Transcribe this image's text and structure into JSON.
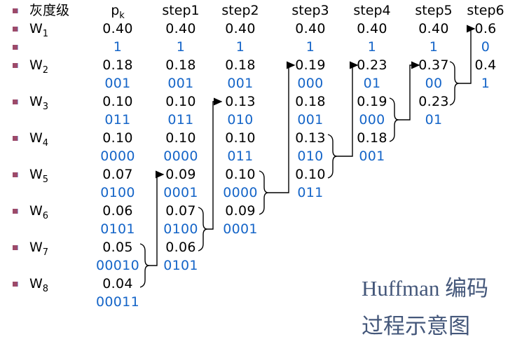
{
  "caption": {
    "line1": "Huffman 编码",
    "line2": "过程示意图"
  },
  "table": {
    "header": {
      "gray_level": "灰度级",
      "prob_base": "p",
      "prob_sub": "k",
      "steps": [
        "step1",
        "step2",
        "step3",
        "step4",
        "step5",
        "step6"
      ]
    },
    "rows": [
      {
        "label_base": "W",
        "label_sub": "1",
        "values": [
          "0.40",
          "0.40",
          "0.40",
          "0.40",
          "0.40",
          "0.40",
          "0.6"
        ],
        "codes": [
          "1",
          "1",
          "1",
          "1",
          "1",
          "1",
          "0"
        ]
      },
      {
        "label_base": "W",
        "label_sub": "2",
        "values": [
          "0.18",
          "0.18",
          "0.18",
          "0.19",
          "0.23",
          "0.37",
          "0.4"
        ],
        "codes": [
          "001",
          "001",
          "001",
          "000",
          "01",
          "00",
          "1"
        ]
      },
      {
        "label_base": "W",
        "label_sub": "3",
        "values": [
          "0.10",
          "0.10",
          "0.13",
          "0.18",
          "0.19",
          "0.23"
        ],
        "codes": [
          "011",
          "011",
          "010",
          "001",
          "000",
          "01"
        ]
      },
      {
        "label_base": "W",
        "label_sub": "4",
        "values": [
          "0.10",
          "0.10",
          "0.10",
          "0.13",
          "0.18"
        ],
        "codes": [
          "0000",
          "0000",
          "011",
          "010",
          "001"
        ]
      },
      {
        "label_base": "W",
        "label_sub": "5",
        "values": [
          "0.07",
          "0.09",
          "0.10",
          "0.10"
        ],
        "codes": [
          "0100",
          "0001",
          "0000",
          "011"
        ]
      },
      {
        "label_base": "W",
        "label_sub": "6",
        "values": [
          "0.06",
          "0.07",
          "0.09"
        ],
        "codes": [
          "0101",
          "0100",
          "0001"
        ]
      },
      {
        "label_base": "W",
        "label_sub": "7",
        "values": [
          "0.05",
          "0.06"
        ],
        "codes": [
          "00010",
          "0101"
        ]
      },
      {
        "label_base": "W",
        "label_sub": "8",
        "values": [
          "0.04"
        ],
        "codes": [
          "00011"
        ]
      }
    ]
  },
  "merges": [
    "pk: 0.05+0.04 -> step1 0.09",
    "step1: 0.07+0.06 -> step2 0.13",
    "step2: 0.10+0.09 -> step3 0.19",
    "step3: 0.13+0.10 -> step4 0.23",
    "step4: 0.19+0.18 -> step5 0.37",
    "step5: 0.37+0.23 -> step6 0.6"
  ],
  "colors": {
    "value_text": "#000000",
    "code_text": "#1565c8",
    "bullet": "#9d4a69",
    "connector": "#000000",
    "caption_text": "#44577a",
    "background": "#ffffff"
  }
}
